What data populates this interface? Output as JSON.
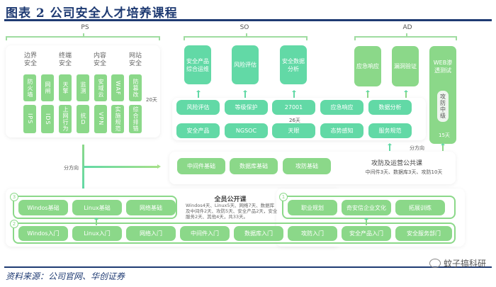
{
  "header": {
    "title": "图表 2   公司安全人才培养课程"
  },
  "groups": {
    "ps": "PS",
    "so": "SO",
    "ad": "AD"
  },
  "ps": {
    "categories": [
      "边界安全",
      "终端安全",
      "内容安全",
      "网站安全"
    ],
    "row1": [
      "防火墙",
      "网闸",
      "天擎",
      "监测",
      "安域云",
      "WAF",
      "防篡改"
    ],
    "row2": [
      "IPS",
      "IDS",
      "上网行为",
      "抗D",
      "VPN",
      "实施规范",
      "综合排错"
    ],
    "duration": "20天"
  },
  "so": {
    "tiles": [
      "安全产品综合运维",
      "风险评估",
      "安全数据分析"
    ],
    "row1": [
      "风险评估",
      "等级保护",
      "27001",
      "应急响应",
      "数据分析"
    ],
    "row2": [
      "安全产品",
      "NGSOC",
      "天眼",
      "态势感知",
      "服务规范"
    ],
    "duration": "26天"
  },
  "ad": {
    "tiles": [
      "应急响应",
      "漏洞验证",
      "WEB渗透测试"
    ],
    "inner_label": "攻防中级",
    "duration": "15天"
  },
  "direction": {
    "label_left": "分方向",
    "label_right": "分方向"
  },
  "public_course": {
    "pills": [
      "中间件基础",
      "数据库基础",
      "攻防基础"
    ],
    "title": "攻防及运营公共课",
    "desc": "中间件3天、数据库3天、攻防10天"
  },
  "all_staff": {
    "title": "全员公开课",
    "desc": "Windos4天、Linux5天、网络7天、数据库及中间件2天、攻防5天、安全产品2天，安全服务2天、其他4天，共33天。",
    "level3": [
      "Windos基础",
      "Linux基础",
      "网络基础"
    ],
    "level1": [
      "职业规划",
      "奇安信企业文化",
      "拓展训练"
    ],
    "level2": [
      "Windos入门",
      "Linux入门",
      "网络入门",
      "中间件入门",
      "数据库入门",
      "攻防入门",
      "安全产品入门",
      "安全服务部门"
    ],
    "badges": [
      "3",
      "2",
      "1"
    ]
  },
  "footer": {
    "source": "资料来源：公司官网、华创证券",
    "watermark": "蚊子搞科研"
  },
  "colors": {
    "title_blue": "#1f3b73",
    "teal": "#62d9a6",
    "green": "#8bd889"
  }
}
